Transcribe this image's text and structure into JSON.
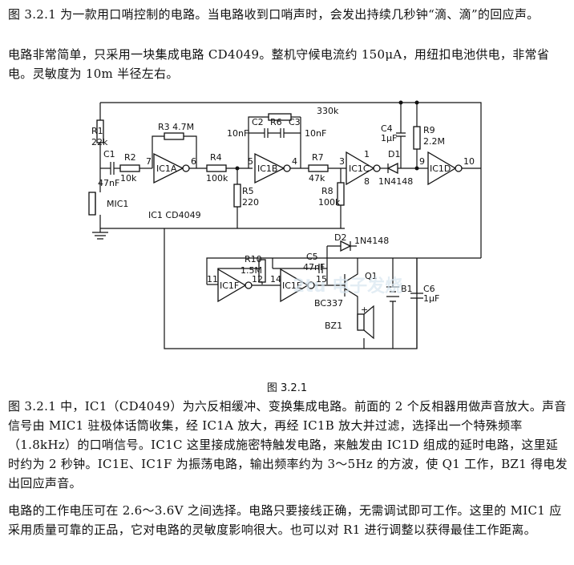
{
  "text": {
    "intro_p1": "图 3.2.1 为一款用口哨控制的电路。当电路收到口哨声时，会发出持续几秒钟“滴、滴”的回应声。",
    "intro_p2": "电路非常简单，只采用一块集成电路 CD4049。整机守候电流约 150μA，用纽扣电池供电，非常省电。灵敏度为 10m 半径左右。",
    "caption": "图 3.2.1",
    "body_p1": "图 3.2.1 中，IC1（CD4049）为六反相缓冲、变换集成电路。前面的 2 个反相器用做声音放大。声音信号由 MIC1 驻极体话筒收集，经 IC1A 放大，再经 IC1B 放大并过滤，选择出一个特殊频率（1.8kHz）的口哨信号。IC1C 这里接成施密特触发电路，来触发由 IC1D 组成的延时电路，这里延时约为 2 秒钟。IC1E、IC1F 为振荡电路，输出频率约为 3～5Hz 的方波，使 Q1 工作，BZ1 得电发出回应声音。",
    "body_p2": "电路的工作电压可在 2.6～3.6V 之间选择。电路只要接线正确，无需调试即可工作。这里的 MIC1 应采用质量可靠的正品，它对电路的灵敏度影响很大。也可以对 R1 进行调整以获得最佳工作距离。"
  },
  "schematic": {
    "r1": "R1",
    "r1v": "22k",
    "c1": "C1",
    "c1v": "47nF",
    "mic1": "MIC1",
    "r2": "R2",
    "r2v": "10k",
    "r3": "R3 4.7M",
    "ic1a": "IC1A",
    "p7": "7",
    "p6": "6",
    "r4": "R4",
    "r4v": "100k",
    "c2": "C2",
    "r6": "R6",
    "c3": "C3",
    "r6v": "330k",
    "c2v": "10nF",
    "c3v": "10nF",
    "ic1b": "IC1B",
    "p5": "5",
    "p4": "4",
    "r5": "R5",
    "r5v": "220",
    "r7": "R7",
    "r7v": "47k",
    "r8": "R8",
    "r8v": "100k",
    "ic1c": "IC1C",
    "p3": "3",
    "p1": "1",
    "p8": "8",
    "c4": "C4",
    "c4v": "1μF",
    "d1": "D1",
    "d1v": "1N4148",
    "r9": "R9",
    "r9v": "2.2M",
    "ic1d": "IC1D",
    "p9": "9",
    "p10": "10",
    "ic1": "IC1  CD4049",
    "d2": "D2",
    "d2v": "1N4148",
    "r10": "R10",
    "r10v": "1.5M",
    "c5": "C5",
    "c5v": "47nF",
    "ic1f": "IC1F",
    "p11": "11",
    "p12": "12",
    "p14": "14",
    "ic1e": "IC1E",
    "p15": "15",
    "q1": "Q1",
    "q1v": "BC337",
    "b1": "B1",
    "c6": "C6",
    "c6v": "1μF",
    "bz1": "BZ1",
    "plus": "+",
    "watermark": "2tu  电子发烧"
  }
}
